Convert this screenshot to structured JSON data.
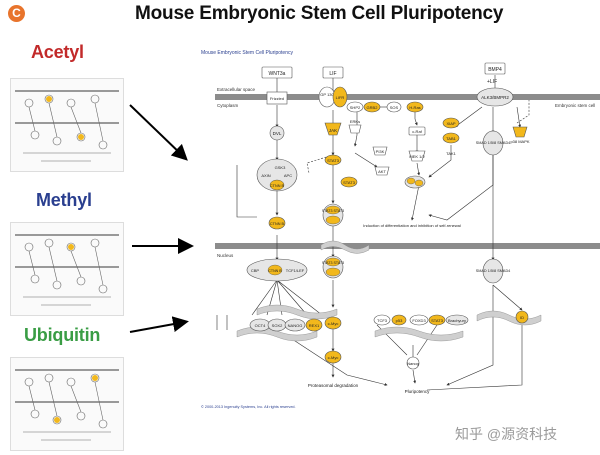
{
  "header": {
    "badge": "C",
    "title": "Mouse Embryonic Stem Cell Pluripotency"
  },
  "side_labels": {
    "acetyl": "Acetyl",
    "methyl": "Methyl",
    "ubiquitin": "Ubiquitin"
  },
  "colors": {
    "acetyl": "#c22a2a",
    "methyl": "#2a3f8f",
    "ubiquitin": "#3a9d45",
    "highlight": "#f2b81c",
    "membrane": "#8c8c8c"
  },
  "diagram": {
    "title": "Mouse Embryonic Stem Cell Pluripotency",
    "compartments": {
      "extracellular": "Extracellular space",
      "cytoplasm": "Cytoplasm",
      "membrane": "Embryonic stem cell",
      "nucleus": "Nucleus"
    },
    "nodes": {
      "wnt3a": "WNT3a",
      "lif": "LIF",
      "bmp4": "BMP4",
      "lif_plus": "+LIF",
      "frizzled": "Frizzled",
      "gp130": "GP 130",
      "lifr": "LIFR",
      "alk": "ALK3/BMPR2",
      "jak": "JAK",
      "shp2": "SHP2",
      "grb2": "GRB2",
      "sos": "SOS",
      "hras": "H-Ras",
      "dvl": "DVL",
      "erk": "ERKs",
      "craf": "c-Raf",
      "mek": "MEK 1/2",
      "xiap": "XIAP",
      "tab1": "TAB1",
      "tak1": "TAK1",
      "p38": "p38 MAPK",
      "smad_c": "SMAD 1/5/8 SMAD4",
      "gsk3": "GSK3",
      "axin": "AXIN",
      "apc": "APC",
      "ctnnb": "CTNN B",
      "stat3": "STAT3",
      "pi3k": "PI3K",
      "akt": "AKT",
      "stat3_dimer": "STAT3 STAT3",
      "ctnn_c": "CTNN B",
      "cbp": "CBP",
      "tcf1": "TCF1/LEF",
      "oct4": "OCT4",
      "sox2": "SOX2",
      "nanog": "NANOG",
      "rex1": "REX1",
      "cmyc": "c-Myc",
      "cmyc2": "c-Myc",
      "tcf3": "TCF3",
      "p53": "p53",
      "foxd3": "FOXD3",
      "stat3n": "STAT3",
      "brachyury": "Brachyury",
      "smad_n": "SMAD 1/5/8 SMAD4",
      "id": "ID",
      "nanog2": "Nanog"
    },
    "annotations": {
      "differentiation": "Induction of differentiation and inhibition of self-renewal",
      "proteasomal": "Proteasomal degradation",
      "pluripotency": "Pluripotency",
      "copyright": "© 2000-2013 Ingenuity Systems, Inc. All rights reserved."
    }
  },
  "watermark": "知乎 @源资科技"
}
